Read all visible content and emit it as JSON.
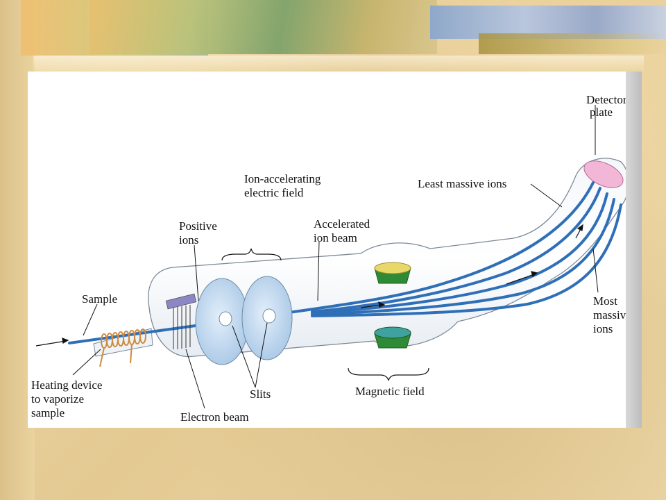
{
  "diagram": {
    "labels": {
      "detector_plate_1": "Detector",
      "detector_plate_2": "plate",
      "ion_field_1": "Ion-accelerating",
      "ion_field_2": "electric field",
      "least_massive": "Least massive ions",
      "positive_1": "Positive",
      "positive_2": "ions",
      "accelerated_1": "Accelerated",
      "accelerated_2": "ion beam",
      "sample": "Sample",
      "most_massive_1": "Most",
      "most_massive_2": "massive",
      "most_massive_3": "ions",
      "heating_1": "Heating device",
      "heating_2": "to vaporize",
      "heating_3": "sample",
      "slits": "Slits",
      "magnetic_field": "Magnetic field",
      "electron_beam": "Electron beam"
    },
    "colors": {
      "beam": "#2f6fb8",
      "tube_outline": "#7d8a96",
      "disk": "#bcd6ee",
      "magnet_top": "#e8d86a",
      "magnet_body": "#2f8a36",
      "detector": "#f2b7d6",
      "heater_coil": "#d08a3c"
    }
  }
}
